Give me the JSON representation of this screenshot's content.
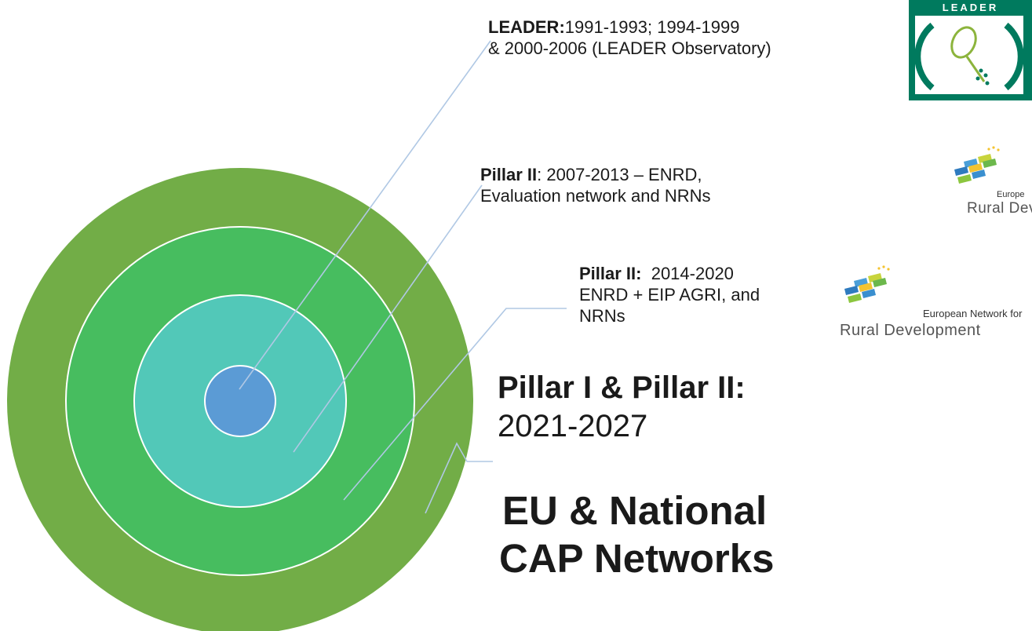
{
  "diagram": {
    "rings": [
      {
        "name": "Pillar I & Pillar II 2021-2027",
        "color": "#72ad47"
      },
      {
        "name": "Pillar II 2014-2020",
        "color": "#47bd5f"
      },
      {
        "name": "Pillar II 2007-2013",
        "color": "#52c8b8"
      },
      {
        "name": "LEADER",
        "color": "#5b9bd5"
      }
    ],
    "ring_border_color": "#ffffff",
    "leader_line_color": "#b0c8e4"
  },
  "labels": {
    "leader": {
      "title": "LEADER:",
      "text_line1": "1991-1993; 1994-1999",
      "text_line2": "& 2000-2006 (LEADER Observatory)"
    },
    "pillar2_2007": {
      "title": "Pillar II",
      "text_line1": ": 2007-2013 – ENRD,",
      "text_line2": "Evaluation network and NRNs"
    },
    "pillar2_2014": {
      "title": "Pillar II:",
      "text_line1": "  2014-2020",
      "text_line2": "ENRD + EIP AGRI, and",
      "text_line3": "NRNs"
    },
    "current": {
      "title": "Pillar I & Pillar II:",
      "years": "2021-2027"
    },
    "networks": {
      "line1": "EU & National",
      "line2": "CAP Networks"
    }
  },
  "logos": {
    "leader": {
      "word": "LEADER",
      "color": "#007a5e"
    },
    "enrd_small": {
      "caption_small": "Europe",
      "caption_big": "Rural Deve"
    },
    "enrd_full": {
      "caption_small": "European Network for",
      "caption_big": "Rural Development"
    }
  }
}
